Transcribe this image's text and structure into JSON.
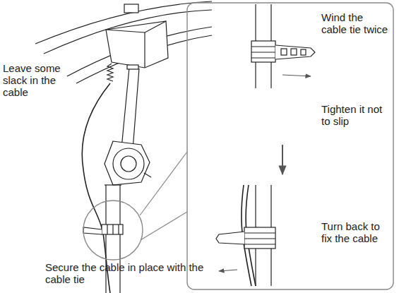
{
  "diagram": {
    "labels": [
      "Leave some slack in the cable",
      "Secure the cable in place with the cable tie",
      "Wind the cable tie twice",
      "Tighten it not to slip",
      "Turn back to fix the cable"
    ]
  }
}
